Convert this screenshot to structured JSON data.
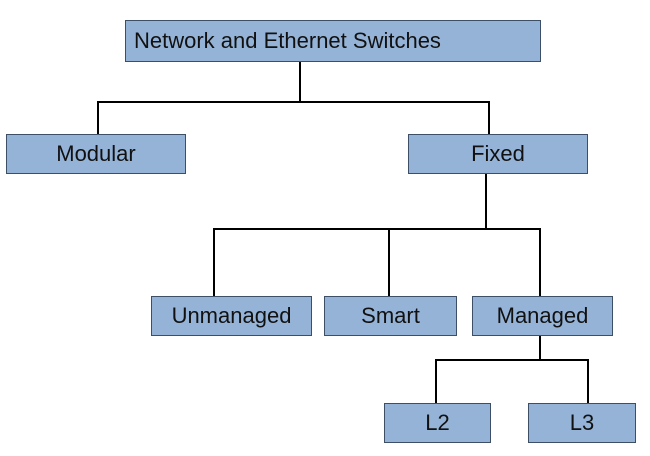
{
  "diagram": {
    "root": "Network and Ethernet Switches",
    "level1": {
      "modular": "Modular",
      "fixed": "Fixed"
    },
    "level2": {
      "unmanaged": "Unmanaged",
      "smart": "Smart",
      "managed": "Managed"
    },
    "level3": {
      "l2": "L2",
      "l3": "L3"
    }
  },
  "colors": {
    "node_fill": "#95b3d7",
    "node_border": "#3c4f66",
    "connector": "#000000"
  }
}
